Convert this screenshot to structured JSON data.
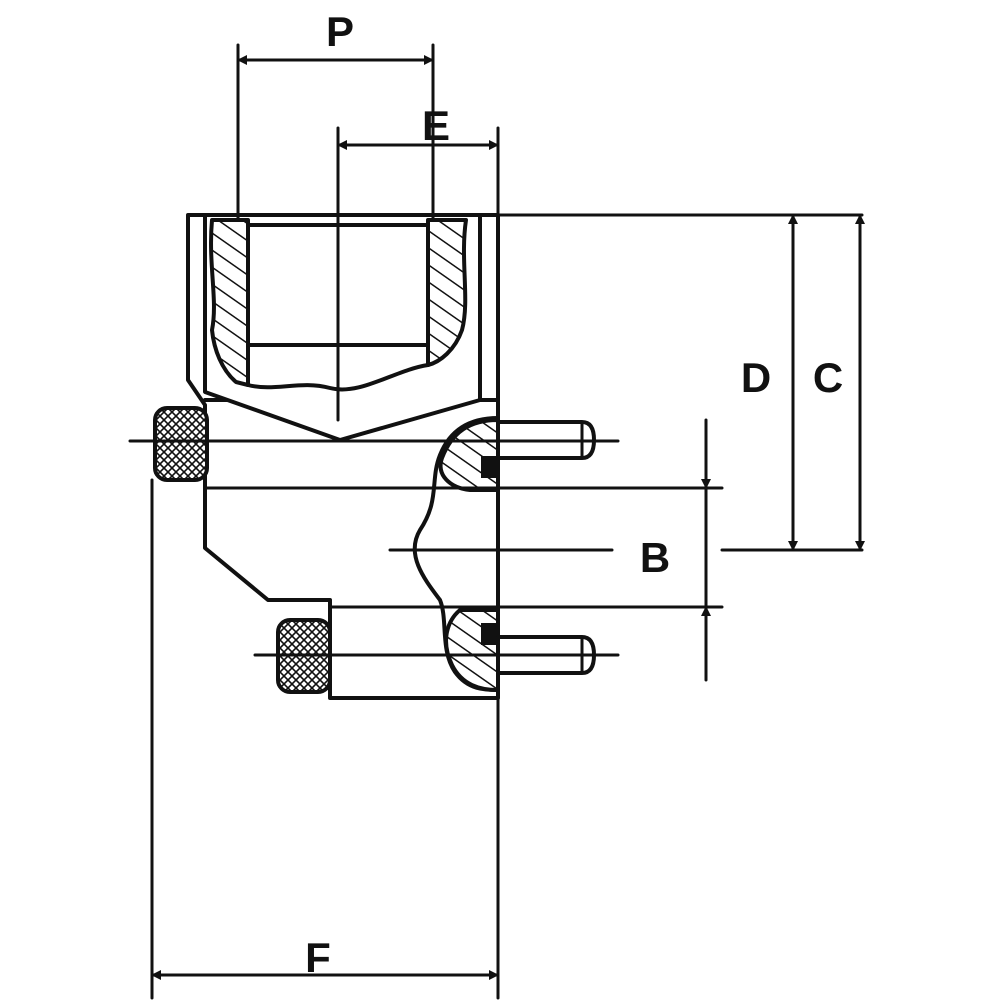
{
  "dimensions": {
    "p": "P",
    "e": "E",
    "d": "D",
    "c": "C",
    "b": "B",
    "f": "F"
  },
  "colors": {
    "line": "#111111",
    "background": "#ffffff"
  }
}
